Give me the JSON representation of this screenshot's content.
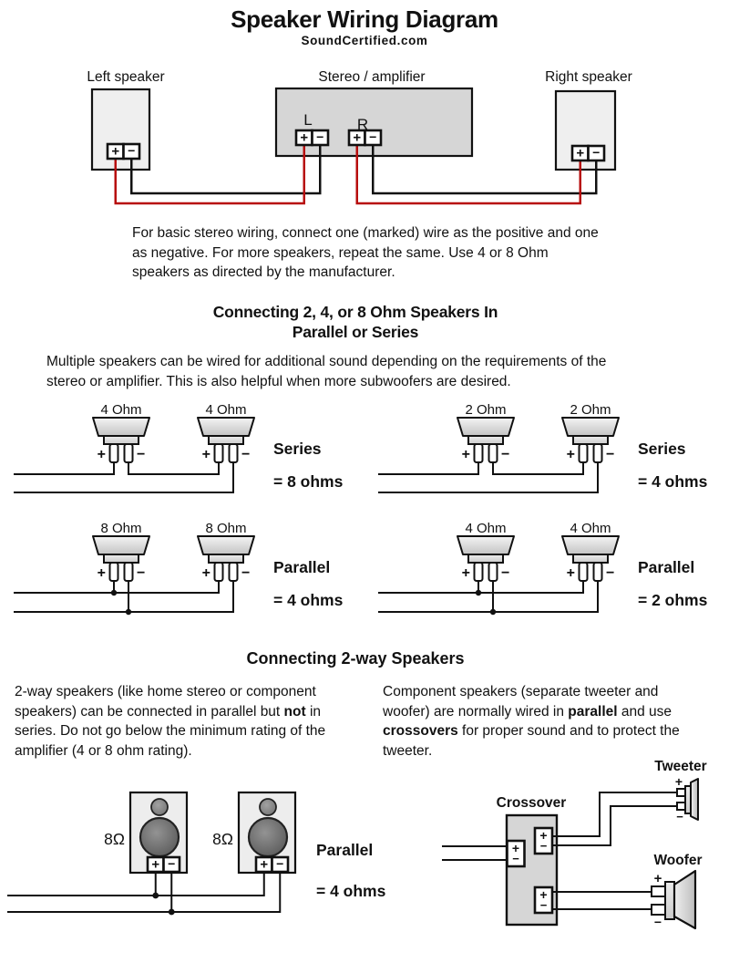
{
  "header": {
    "title": "Speaker Wiring Diagram",
    "subtitle": "SoundCertified.com"
  },
  "top": {
    "left_label": "Left speaker",
    "amp_label": "Stereo / amplifier",
    "right_label": "Right speaker",
    "channel_left": "L",
    "channel_right": "R",
    "plus": "+",
    "minus": "−",
    "positive_wire_color": "#b70d0d",
    "negative_wire_color": "#111111"
  },
  "intro": {
    "lines": [
      "For basic stereo wiring, connect one (marked) wire as the positive and one",
      "as negative. For more speakers, repeat the same. Use 4 or 8 Ohm",
      "speakers as directed by the manufacturer."
    ]
  },
  "imp": {
    "heading_line1": "Connecting 2, 4, or 8 Ohm Speakers In",
    "heading_line2": "Parallel or Series",
    "intro_lines": [
      "Multiple speakers can be wired for additional sound depending on the requirements of the",
      "stereo or amplifier. This is also helpful when more subwoofers are desired."
    ],
    "plus": "+",
    "minus": "−",
    "diagrams": [
      {
        "s1": "4 Ohm",
        "s2": "4 Ohm",
        "mode": "Series",
        "result": "= 8 ohms",
        "wiring": "series"
      },
      {
        "s1": "2 Ohm",
        "s2": "2 Ohm",
        "mode": "Series",
        "result": "= 4 ohms",
        "wiring": "series"
      },
      {
        "s1": "8 Ohm",
        "s2": "8 Ohm",
        "mode": "Parallel",
        "result": "= 4 ohms",
        "wiring": "parallel"
      },
      {
        "s1": "4 Ohm",
        "s2": "4 Ohm",
        "mode": "Parallel",
        "result": "= 2 ohms",
        "wiring": "parallel"
      }
    ]
  },
  "tw": {
    "heading": "Connecting 2-way Speakers",
    "left": {
      "p1": "2-way speakers (like home stereo or component speakers) can be connected in parallel but ",
      "b1": "not",
      "p2": " in series. Do not go below the minimum rating of the amplifier (4 or 8 ohm rating)."
    },
    "right": {
      "p1": "Component speakers (separate tweeter and woofer) are normally wired in ",
      "b1": "parallel",
      "p2": " and use ",
      "b2": "crossovers",
      "p3": " for proper sound and to protect the tweeter."
    },
    "par": {
      "ohm1": "8Ω",
      "ohm2": "8Ω",
      "mode": "Parallel",
      "result": "= 4 ohms",
      "plus": "+",
      "minus": "−"
    },
    "xo": {
      "label": "Crossover",
      "tweeter": "Tweeter",
      "woofer": "Woofer",
      "plus": "+",
      "minus": "−"
    }
  }
}
